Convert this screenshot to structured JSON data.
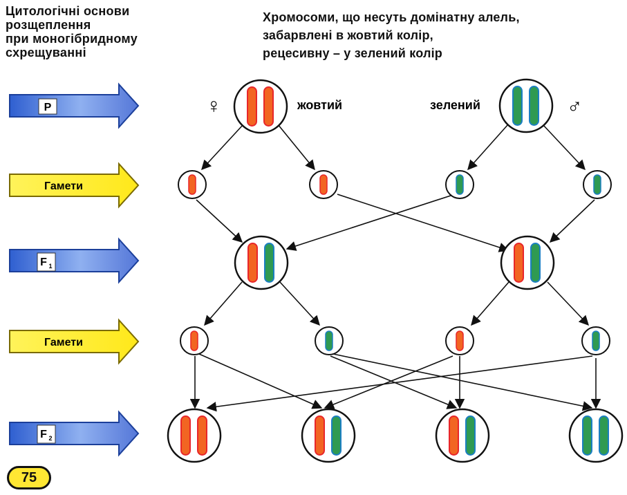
{
  "title": {
    "lines": [
      "Цитологічні основи",
      "розщеплення",
      "при моногібридному",
      "схрещуванні"
    ]
  },
  "note": {
    "lines": [
      "Хромосоми, що несуть домінатну алель,",
      "забарвлені в жовтий колір,",
      "рецесивну – у зелений колір"
    ]
  },
  "rows": [
    {
      "key": "p",
      "label": "P",
      "sub": "",
      "style": "blue"
    },
    {
      "key": "gametes1",
      "label": "Гамети",
      "sub": "",
      "style": "yellow"
    },
    {
      "key": "f1",
      "label": "F",
      "sub": "1",
      "style": "blue"
    },
    {
      "key": "gametes2",
      "label": "Гамети",
      "sub": "",
      "style": "yellow"
    },
    {
      "key": "f2",
      "label": "F",
      "sub": "2",
      "style": "blue"
    }
  ],
  "parents": {
    "female_symbol": "♀",
    "female_label": "жовтий",
    "male_label": "зелений",
    "male_symbol": "♂"
  },
  "colors": {
    "dominant": "#f26522",
    "dominant_edge": "#e8262a",
    "recessive": "#2f9a52",
    "recessive_edge": "#1b7fc2",
    "arrow_blue": "#6f8fe0",
    "arrow_yellow": "#fff03a",
    "label_box": "#ffffff"
  },
  "page_number": "75"
}
